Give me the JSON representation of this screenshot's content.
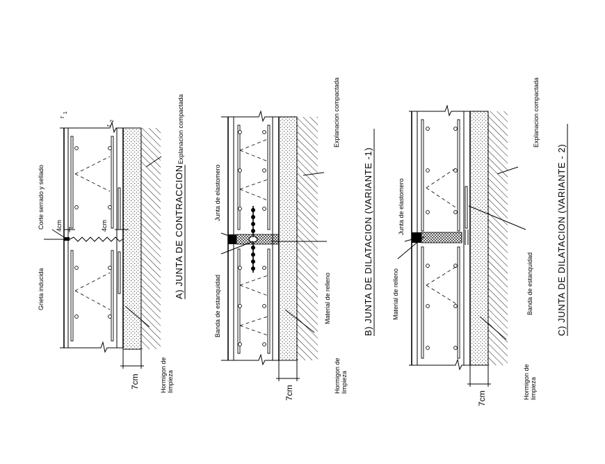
{
  "drawing": {
    "sections": [
      {
        "id": "a",
        "title": "A)  JUNTA  DE  CONTRACCION",
        "labels": {
          "grieta": "Grieta inducida",
          "corte": "Corte serrado y sellado",
          "dim_top": "4cm",
          "dim_mid": "4cm",
          "r1": "r",
          "r1_sub": "1",
          "r2": "r",
          "r2_sub": "2",
          "explanacion": "Explanacion compactada",
          "hormigon_1": "Hormigon de",
          "hormigon_2": "limpieza",
          "dim_7": "7cm"
        }
      },
      {
        "id": "b",
        "title": "B)  JUNTA  DE  DILATACION  (VARIANTE  -1)",
        "labels": {
          "junta": "Junta de elastomero",
          "banda": "Banda de estanquidad",
          "material": "Material de relleno",
          "explanacion": "Explanacion compactada",
          "hormigon_1": "Hormigon de",
          "hormigon_2": "limpieza",
          "dim_7": "7cm"
        }
      },
      {
        "id": "c",
        "title": "C)  JUNTA  DE  DILATACION  (VARIANTE  -  2)",
        "labels": {
          "junta": "Junta de elastomero",
          "material": "Material de relleno",
          "banda": "Banda de estanquidad",
          "explanacion": "Explanacion compactada",
          "hormigon_1": "Hormigon de",
          "hormigon_2": "limpieza",
          "dim_7": "7cm"
        }
      }
    ]
  }
}
